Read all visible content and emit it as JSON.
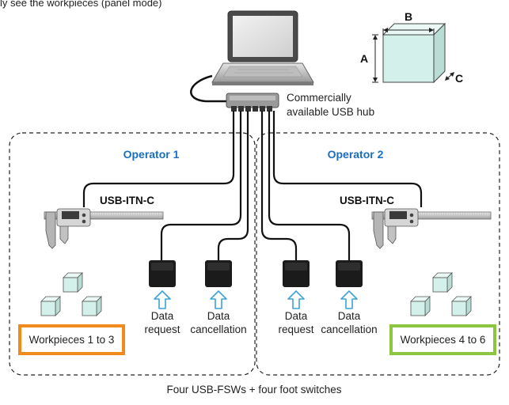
{
  "header_fragment": "ly see the workpieces (panel mode)",
  "hub_label": [
    "Commercially",
    "available USB hub"
  ],
  "operators": [
    "Operator 1",
    "Operator 2"
  ],
  "cable_labels": [
    "USB-ITN-C",
    "USB-ITN-C"
  ],
  "switch_labels": [
    [
      "Data",
      "request"
    ],
    [
      "Data",
      "cancellation"
    ],
    [
      "Data",
      "request"
    ],
    [
      "Data",
      "cancellation"
    ]
  ],
  "workpiece_groups": [
    "Workpieces 1 to 3",
    "Workpieces 4 to 6"
  ],
  "dimension_labels": [
    "A",
    "B",
    "C"
  ],
  "caption": "Four USB-FSWs + four foot switches",
  "colors": {
    "operator_text": "#1a6ebd",
    "group1_border": "#f08a1c",
    "group2_border": "#8cc63f",
    "arrow": "#3ea2d8",
    "cube_fill": "#d4f0ea"
  }
}
